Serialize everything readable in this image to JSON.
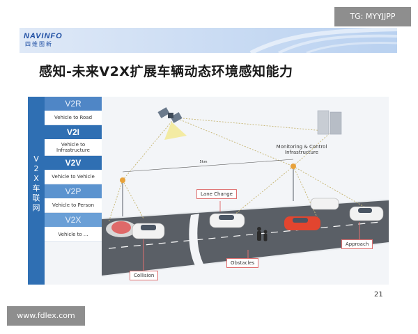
{
  "logo": {
    "top": "NAVINFO",
    "bottom": "四维图新"
  },
  "title": "感知-未来V2X扩展车辆动态环境感知能力",
  "sidebar_label": "V2X车联网",
  "sidebar_chars": [
    "V",
    "2",
    "X",
    "车",
    "联",
    "网"
  ],
  "panel": [
    {
      "header": "V2R",
      "desc": "Vehicle to Road"
    },
    {
      "header": "V2I",
      "desc": "Vehicle to Infrastructure"
    },
    {
      "header": "V2V",
      "desc": "Vehicle to Vehicle"
    },
    {
      "header": "V2P",
      "desc": "Vehicle to Person"
    },
    {
      "header": "V2X",
      "desc": "Vehicle to ..."
    }
  ],
  "scene": {
    "monitoring_label_1": "Monitoring & Control",
    "monitoring_label_2": "Infrastructure",
    "distance_label": "5km",
    "tags": {
      "lane_change": "Lane Change",
      "collision": "Collision",
      "obstacles": "Obstacles",
      "approach": "Approach"
    }
  },
  "page_number": "21",
  "overlays": {
    "tg": "TG: MYYJJPP",
    "watermark": "www.fdlex.com"
  },
  "colors": {
    "primary_blue": "#2f6fb3",
    "light_blue": "#4f86c6",
    "road": "#5a5f66",
    "tag_border": "#e07070"
  }
}
